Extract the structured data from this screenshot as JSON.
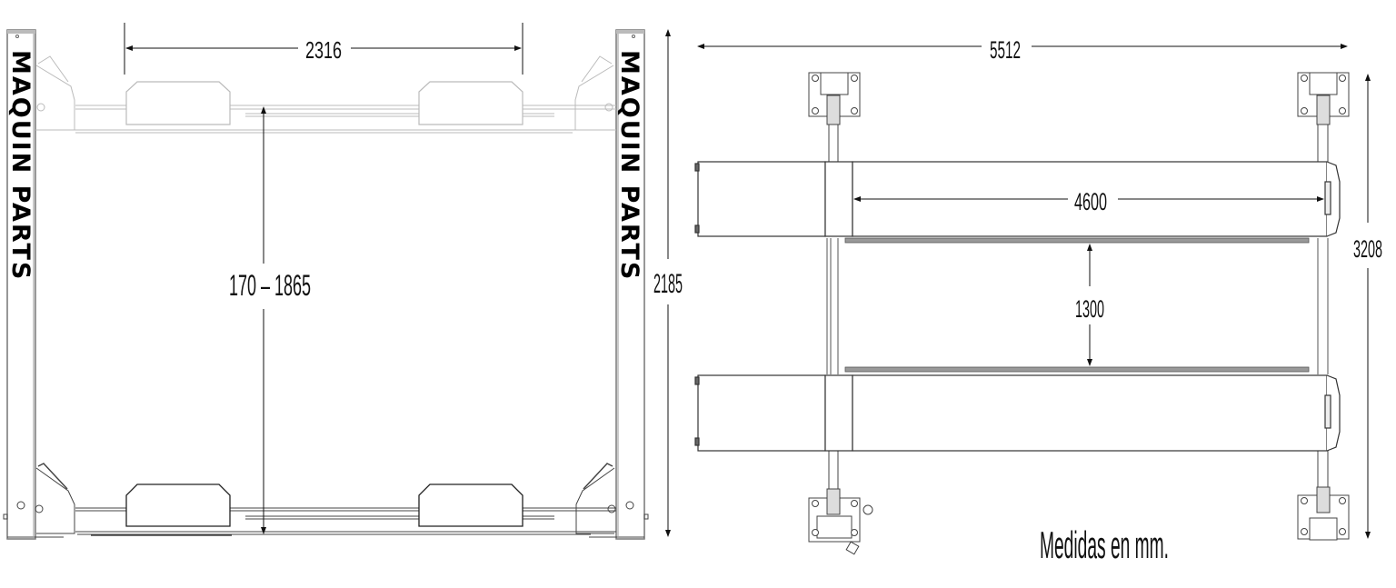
{
  "diagram": {
    "type": "technical-drawing",
    "subject": "four-post car lift",
    "brand_text": "MAQUIN PARTS",
    "units_note": "Medidas en mm.",
    "colors": {
      "line": "#111111",
      "light_line": "#9a9a9a",
      "background": "#ffffff"
    },
    "front_view": {
      "dimensions": {
        "width_between_pads": "2316",
        "lift_height_range": "170 – 1865",
        "total_height": "2185"
      }
    },
    "top_view": {
      "dimensions": {
        "total_length": "5512",
        "runway_length": "4600",
        "runway_gap": "1300",
        "total_width": "3208"
      }
    }
  }
}
